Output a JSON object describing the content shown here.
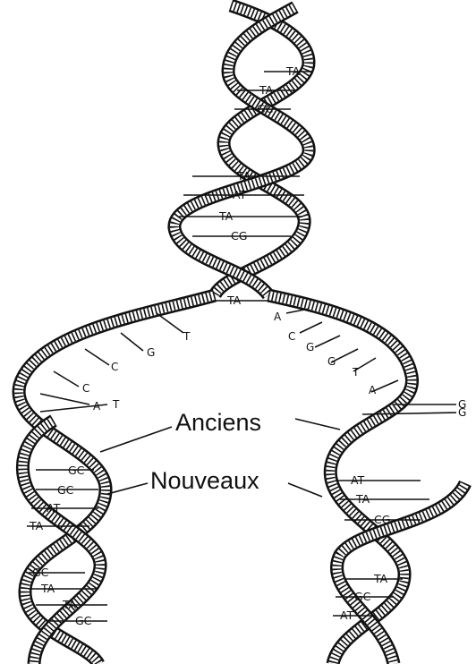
{
  "labels": {
    "old": "Anciens",
    "new": "Nouveaux"
  },
  "top_pairs": [
    "TA",
    "TA",
    "GC",
    "TA",
    "AT",
    "TA",
    "CG",
    "TA"
  ],
  "left_bases": [
    "T",
    "G",
    "C",
    "C",
    "A",
    "T"
  ],
  "right_bases": [
    "A",
    "C",
    "G",
    "G",
    "T",
    "A",
    "G",
    "G"
  ],
  "left_pairs": [
    "GC",
    "GC",
    "AT",
    "TA",
    "GC",
    "TA",
    "TA",
    "GC"
  ],
  "right_pairs": [
    "AT",
    "TA",
    "CG",
    "TA",
    "GC",
    "AT"
  ]
}
